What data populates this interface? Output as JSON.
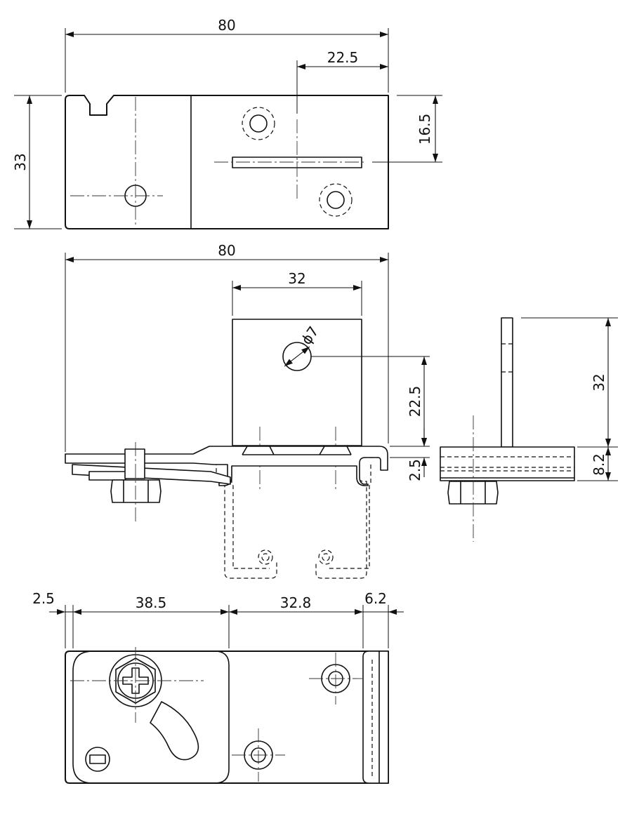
{
  "dimensions": {
    "top_width": "80",
    "top_offset": "22.5",
    "top_height": "33",
    "top_slot_height": "16.5",
    "front_width": "80",
    "front_tab_width": "32",
    "front_hole_dia": "ϕ7",
    "front_hole_height": "22.5",
    "front_step": "2.5",
    "side_height": "32",
    "side_base": "8.2",
    "bottom_left_gap": "2.5",
    "bottom_span1": "38.5",
    "bottom_span2": "32.8",
    "bottom_right": "6.2"
  }
}
